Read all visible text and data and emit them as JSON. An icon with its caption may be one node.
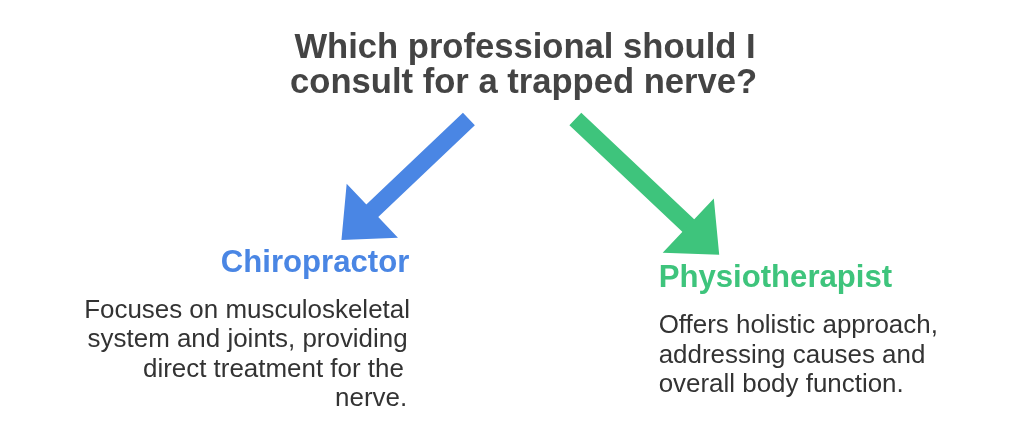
{
  "diagram": {
    "nodes": [
      {
        "text": [
          "Which professional should I consult for a trapped nerve?"
        ]
      },
      {
        "text": [
          "Chiropractor",
          "Focuses on musculoskeletal system and joints, providing direct treatment for the nerve."
        ]
      },
      {
        "text": [
          "Physiotherapist",
          "Offers holistic approach, addressing causes and overall body function."
        ]
      }
    ],
    "edges": [
      {
        "from": 0,
        "to": 1,
        "arrow": "to",
        "color": "#4a86e4"
      },
      {
        "from": 0,
        "to": 2,
        "arrow": "to",
        "color": "#3ec47c"
      }
    ]
  }
}
